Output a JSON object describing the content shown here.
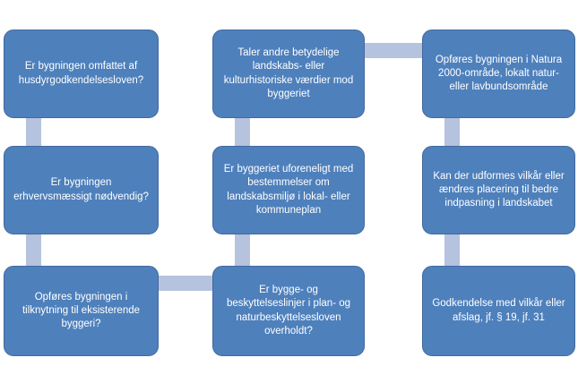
{
  "colors": {
    "page_bg": "#ffffff",
    "box_fill": "#4e80bc",
    "box_border": "#41699e",
    "connector_fill": "#b5c3de",
    "text_color": "#ffffff"
  },
  "flowchart": {
    "boxes": [
      {
        "column": 1,
        "row": 1,
        "text": "Er bygningen omfattet  af husdyrgodkendelsesloven?"
      },
      {
        "column": 1,
        "row": 2,
        "text": "Er bygningen erhvervsmæssigt nødvendig?"
      },
      {
        "column": 1,
        "row": 3,
        "text": "Opføres bygningen i tilknytning til eksisterende byggeri?"
      },
      {
        "column": 2,
        "row": 1,
        "text": "Taler andre betydelige landskabs- eller kulturhistoriske værdier mod byggeriet"
      },
      {
        "column": 2,
        "row": 2,
        "text": "Er byggeriet uforeneligt med bestemmelser om landskabsmiljø i lokal- eller kommuneplan"
      },
      {
        "column": 2,
        "row": 3,
        "text": "Er bygge- og beskyttelseslinjer i plan- og naturbeskyttelsesloven overholdt?"
      },
      {
        "column": 3,
        "row": 1,
        "text": "Opføres bygningen i Natura 2000-område, lokalt natur- eller lavbundsområde"
      },
      {
        "column": 3,
        "row": 2,
        "text": "Kan der udformes vilkår eller ændres placering til bedre indpasning i landskabet"
      },
      {
        "column": 3,
        "row": 3,
        "text": "Godkendelse med vilkår eller afslag, jf. § 19, jf. 31"
      }
    ]
  }
}
